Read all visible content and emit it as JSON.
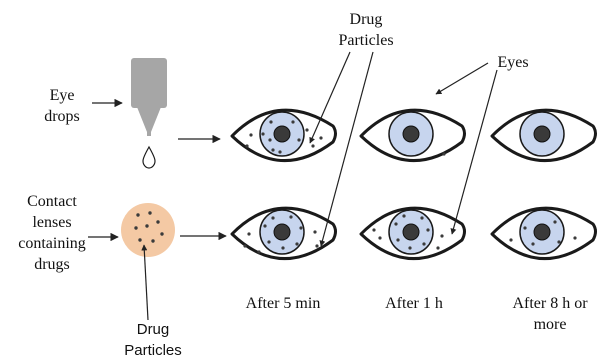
{
  "labels": {
    "eye_drops_line1": "Eye",
    "eye_drops_line2": "drops",
    "contact_line1": "Contact",
    "contact_line2": "lenses",
    "contact_line3": "containing",
    "contact_line4": "drugs",
    "top_drug_line1": "Drug",
    "top_drug_line2": "Particles",
    "eyes": "Eyes",
    "bottom_drug_line1": "Drug",
    "bottom_drug_line2": "Particles"
  },
  "times": {
    "t1": "After 5 min",
    "t2": "After 1 h",
    "t3_line1": "After 8 h or",
    "t3_line2": "more"
  },
  "colors": {
    "dropper": "#a6a6a6",
    "lens": "#f4c9a4",
    "iris": "#c7d5ee",
    "outline": "#1a1a1a"
  },
  "icons": [
    "dropper-icon",
    "drop-icon",
    "contact-lens-icon",
    "eye-icon"
  ]
}
